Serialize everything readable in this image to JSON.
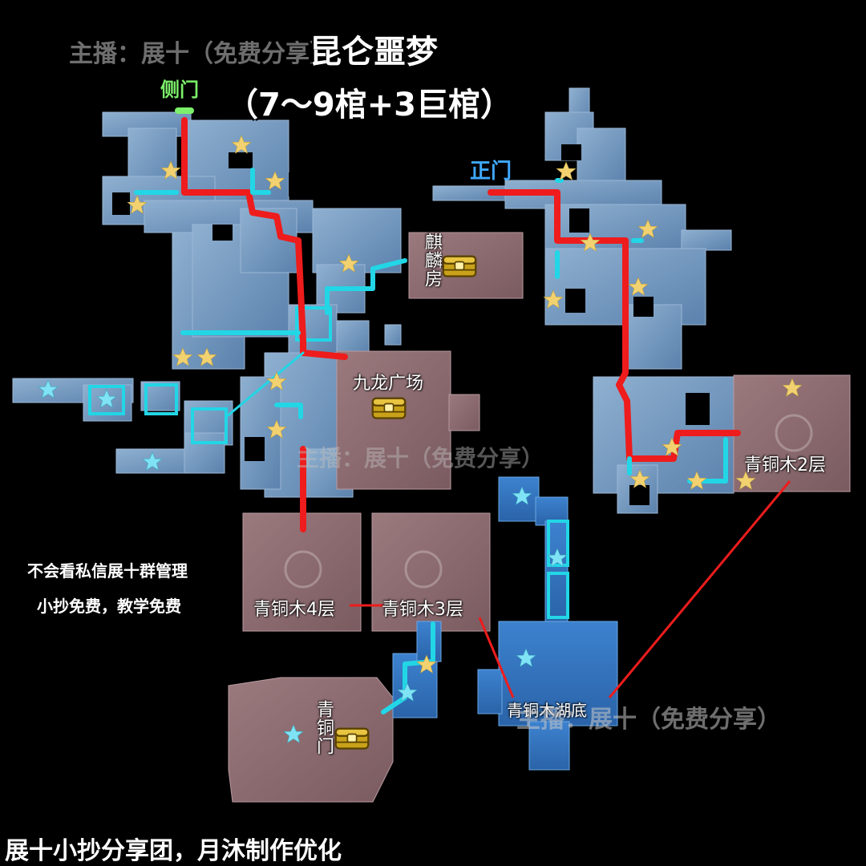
{
  "map": {
    "title_line1": "昆仑噩梦",
    "title_line2": "（7～9棺+3巨棺）",
    "watermark": "主播：展十（免费分享）",
    "entrance_side": "侧门",
    "entrance_main": "正门",
    "rooms": {
      "qilin": "麒麟房",
      "jiulong": "九龙广场",
      "bronze_2f": "青铜木2层",
      "bronze_4f": "青铜木4层",
      "bronze_3f": "青铜木3层",
      "bronze_lake": "青铜木湖底",
      "bronze_gate": "青铜门"
    },
    "note_line1": "不会看私信展十群管理",
    "note_line2": "小抄免费，教学免费",
    "footer": "展十小抄分享团，月沐制作优化"
  },
  "colors": {
    "route_red": "#ee1c1c",
    "route_cyan": "#22d6e6",
    "entrance_green": "#7cf06a",
    "entrance_blue": "#3fa9ff",
    "room_pink": "#8a6a6e",
    "corridor_blue": "#6d93bb",
    "star_gold": "#f2d270",
    "star_cyan": "#7fe3f5"
  },
  "icons": {
    "coffin": "treasure-chest-icon",
    "star": "star-icon"
  }
}
